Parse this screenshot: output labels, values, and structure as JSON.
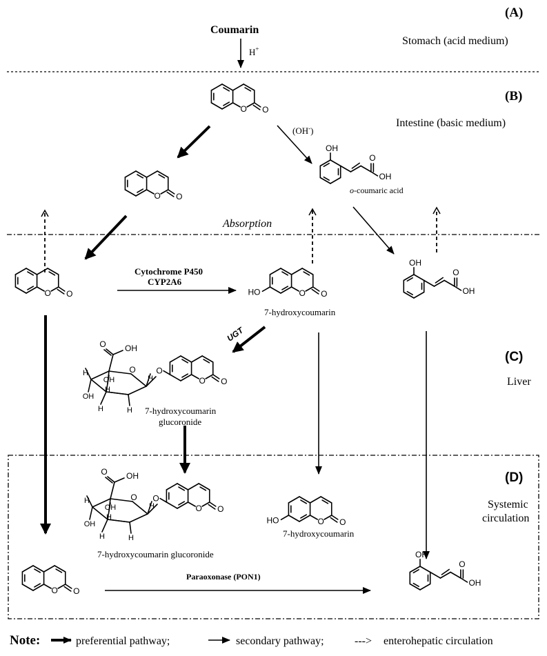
{
  "sections": {
    "a": {
      "tag": "(A)",
      "label": "Stomach (acid medium)"
    },
    "b": {
      "tag": "(B)",
      "label": "Intestine (basic medium)"
    },
    "c": {
      "tag": "(C)",
      "label": "Liver"
    },
    "d": {
      "tag": "(D)",
      "label_line1": "Systemic",
      "label_line2": "circulation"
    }
  },
  "compounds": {
    "coumarin_title": "Coumarin",
    "proton": "H",
    "proton_sup": "+",
    "hydroxide_open": "(OH",
    "hydroxide_sup": "-",
    "hydroxide_close": ")",
    "o_coumaric_italic": "o",
    "o_coumaric_rest": "-coumaric acid",
    "hydroxy_liver": "7-hydroxycoumarin",
    "glucuronide_line1": "7-hydroxycoumarin",
    "glucuronide_line2": "glucoronide",
    "glucuronide_circ": "7-hydroxycoumarin glucoronide",
    "hydroxy_circ": "7-hydroxycoumarin"
  },
  "atoms": {
    "o": "O",
    "oh": "OH",
    "ho": "HO",
    "h": "H"
  },
  "labels": {
    "absorption": "Absorption",
    "enzyme_line1": "Cytochrome P450",
    "enzyme_line2": "CYP2A6",
    "ugt": "UGT",
    "paraoxonase": "Paraoxonase (PON1)"
  },
  "legend": {
    "note": "Note:",
    "preferential": "preferential pathway;",
    "secondary": "secondary pathway;",
    "dashed_symbol": "--->",
    "enterohepatic": "enterohepatic circulation"
  }
}
